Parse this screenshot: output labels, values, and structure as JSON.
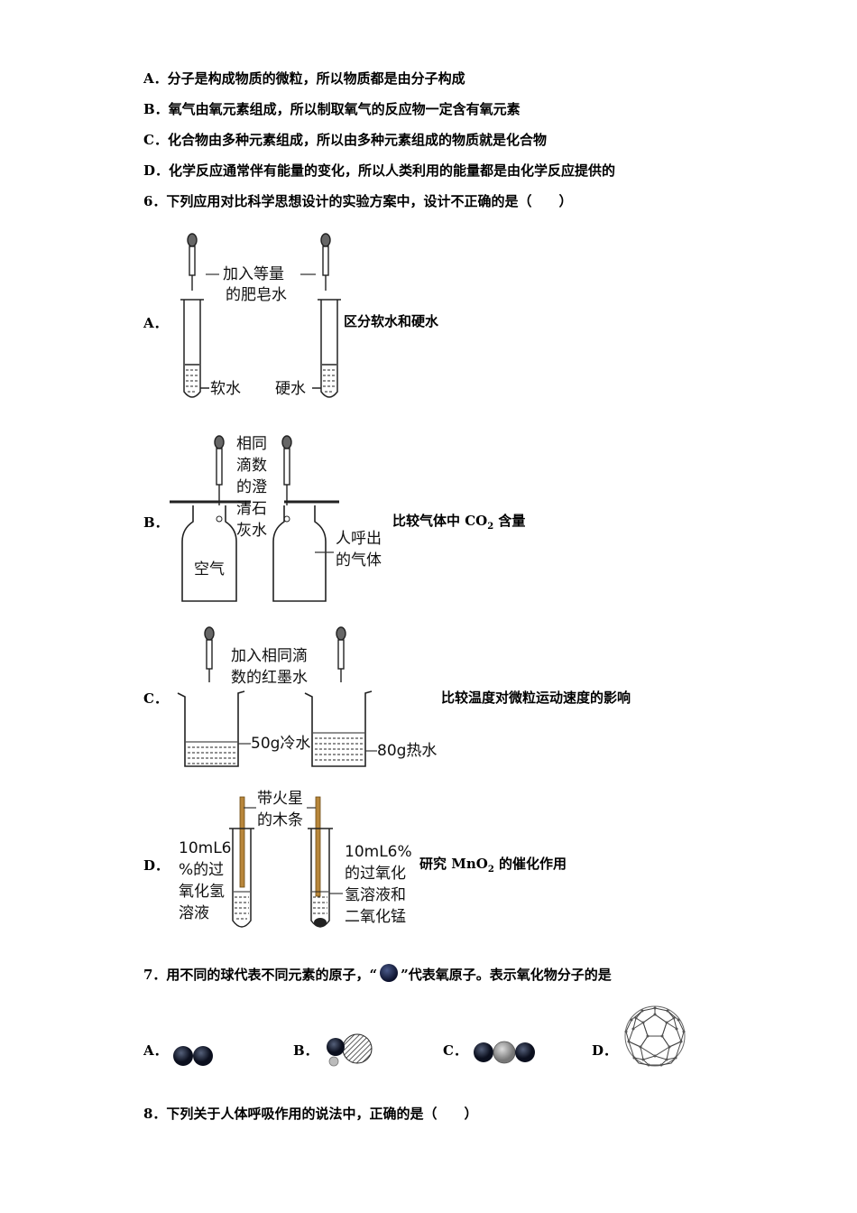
{
  "prev_options": {
    "A": "A．分子是构成物质的微粒，所以物质都是由分子构成",
    "B": "B．氧气由氧元素组成，所以制取氧气的反应物一定含有氧元素",
    "C": "C．化合物由多种元素组成，所以由多种元素组成的物质就是化合物",
    "D": "D．化学反应通常伴有能量的变化，所以人类利用的能量都是由化学反应提供的"
  },
  "q6": {
    "stem": "6．下列应用对比科学思想设计的实验方案中，设计不正确的是（　　）",
    "A": {
      "label": "A．",
      "diag_add1": "加入等量",
      "diag_add2": "的肥皂水",
      "left_liq": "软水",
      "right_liq": "硬水",
      "desc": "区分软水和硬水"
    },
    "B": {
      "label": "B．",
      "drop1": "相同",
      "drop2": "滴数",
      "drop3": "的澄",
      "drop4": "清石",
      "drop5": "灰水",
      "left_gas": "空气",
      "right_gas1": "人呼出",
      "right_gas2": "的气体",
      "desc_pre": "比较气体中 CO",
      "desc_sub": "2",
      "desc_post": " 含量"
    },
    "C": {
      "label": "C．",
      "add1": "加入相同滴",
      "add2": "数的红墨水",
      "left": "50g冷水",
      "right": "80g热水",
      "desc": "比较温度对微粒运动速度的影响"
    },
    "D": {
      "label": "D．",
      "splint1": "带火星",
      "splint2": "的木条",
      "left1": "10mL6",
      "left2": "%的过",
      "left3": "氧化氢",
      "left4": "溶液",
      "right1": "10mL6%",
      "right2": "的过氧化",
      "right3": "氢溶液和",
      "right4": "二氧化锰",
      "desc_pre": "研究 MnO",
      "desc_sub": "2",
      "desc_post": " 的催化作用"
    }
  },
  "q7": {
    "stem_pre": "7．用不同的球代表不同元素的原子，“",
    "stem_post": "”代表氧原子。表示氧化物分子的是",
    "options": [
      "A．",
      "B．",
      "C．",
      "D．"
    ]
  },
  "q8": {
    "stem": "8．下列关于人体呼吸作用的说法中，正确的是（　　）"
  }
}
